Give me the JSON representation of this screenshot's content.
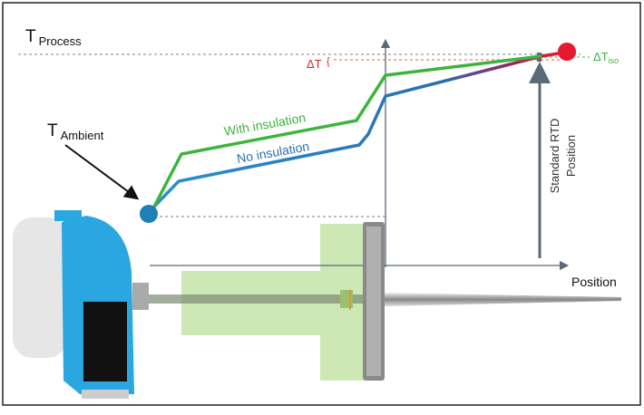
{
  "labels": {
    "t_process_main": "T",
    "t_process_sub": "Process",
    "t_ambient_main": "T",
    "t_ambient_sub": "Ambient",
    "delta_t": "ΔT",
    "delta_t_iso_main": "ΔT",
    "delta_t_iso_sub": "iso",
    "with_insulation": "With insulation",
    "no_insulation": "No insulation",
    "rtd_line1": "Standard RTD",
    "rtd_line2": "Position",
    "position": "Position"
  },
  "colors": {
    "green": "#3cb53c",
    "blue": "#2a7fb8",
    "red": "#e8192c",
    "insulation": "#cde8b4",
    "housing": "#2aa6e0",
    "axis": "#5a6a78"
  }
}
